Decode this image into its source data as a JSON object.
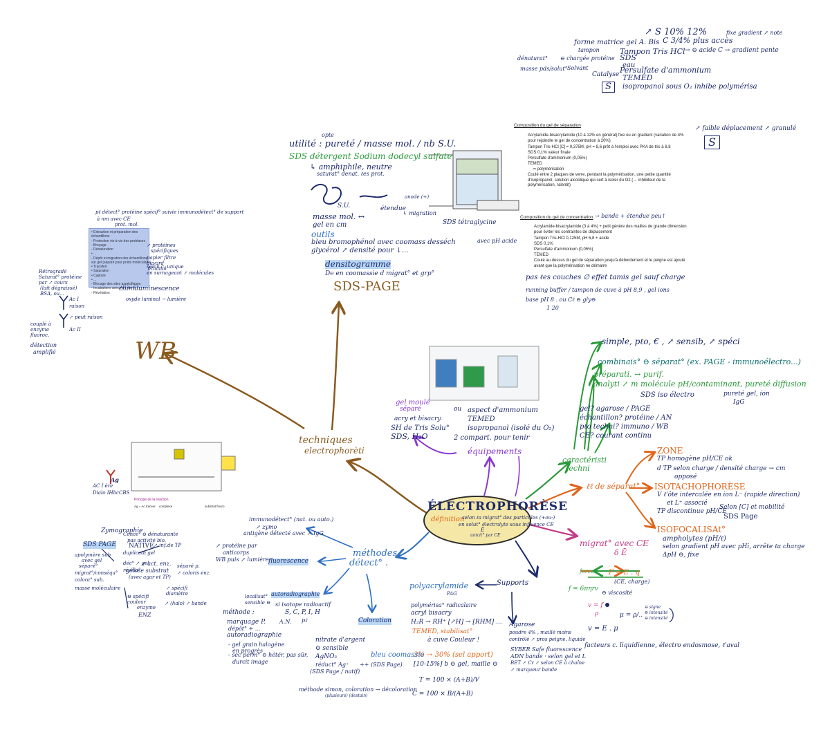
{
  "central": {
    "title": "ÉLECTROPHORÈSE",
    "definition_label": "définition",
    "definition_text_1": "selon ℓa migrat° des particules (+ou-)",
    "definition_text_2": "en solut° électrolyte  sous influence CE",
    "definition_text_3": "Ē",
    "definition_text_4": "unicit° par CE"
  },
  "branches": {
    "techniques": {
      "label_1": "techniques",
      "label_2": "electrophorèti"
    },
    "wb": {
      "label": "WB"
    },
    "sds_page": {
      "title": "SDS-PAGE",
      "densitogramme": "densitogramme",
      "densito_sub": "D℮ en coomassie d migrat° et grp°",
      "utilite": "utilité : pureté / masse mol. / nb S.U.",
      "utilite_above": "opte",
      "sds_def": "SDS détergent Sodium dodecyl sulfate",
      "amphiphile": "↳ amphiphile, neutre",
      "amphiphile_2": "saturat° denat. ℓes prot.",
      "su": "S.U.",
      "etendue": "étendue",
      "masse": "masse mol. ↔",
      "gel_cm": "gel en cm",
      "outils": "outils",
      "bleu": "bleu bromophénol avec coomass desséch",
      "glycerol": "glycérol ↗ densité pour ↓...",
      "migration": "↳ migration",
      "sds_note": "SDS tétraglycine",
      "ph_acide": "avec pH acide",
      "anode_note": "anode (+)"
    },
    "gel_sep": {
      "heading": "Composition du gel de séparation",
      "items": [
        "Acrylamide-bisacrylamide (10 à 12% en général) fixe ou en gradient (variation de 4% pour rejoindre le gel de concentration à 20%)",
        "Tampon Tris-HCl [C] = 0,375M, pH = 8,6 prêt à l'emploi avec PKA de tris à 8,8",
        "SDS 0,1% valeur finale",
        "Persulfate d'ammonium (0,05%)",
        "TEMED",
        "⇒ polymérisation",
        "Coulé entre 2 plaques de verre, pendant la polymérisation, une petite quantité d'isopropanol, solution alcoolique qui sert à isoler du O2 (→ inhibiteur de la polymérisation, ralentit)"
      ],
      "side_note": "↗ faible déplacement ↗ granulé",
      "s_box": "S"
    },
    "gel_conc": {
      "heading": "Composition du gel de concentration",
      "heading_note": "→ bande + étendue peu↑",
      "items": [
        "Acrylamide-bisacrylamide (3 à 4%) + petit génère des mailles de grande dimension pour éviter les contraintes de déplacement",
        "Tampon Tris-HCl 0,125M, pH 6,8 + acide",
        "SDS 0,1%",
        "Persulfate d'ammonium (0,05%)",
        "TEMED",
        "Coulé au dessus du gel de séparation jusqu'à débordement et le peigne est ajouté avant que la polymérisation ne démarre"
      ],
      "note_1": "pas ℓes couches ∅ effet tamis gel sauf charge",
      "note_2": "running buffer / tampon de cuve à pH 8,9 , gel ions",
      "note_3": "base pH 8 . ou Cℓ ⊖ gly⊖",
      "note_4": "1 20"
    },
    "top_right": {
      "l1": "↗ S  10% 12%",
      "l1b": "fixe gradient ↗ note",
      "l2": "forme matrice gel  A. Bis",
      "l2b": "C 3/4%  plus accès",
      "l3": "tampon",
      "l3b": "Tampon Tris HCl",
      "l3c": "→ ⊖ acide C → gradient pente",
      "l4": "dénaturat°",
      "l4b": "⊖ chargée protéine",
      "l4c": "SDS",
      "l5": "eau",
      "l5b": "Persulfate d'ammonium",
      "l6": "masse pds/solut°",
      "l6b": "Solvant",
      "l7": "Catalyse",
      "l7b": "TEMED",
      "l8": "isopropanol sous O₂ inhibe polymérisa",
      "s_box": "S"
    },
    "wb_left": {
      "top_1": "pℓ  détect° protéine spécif° suivie immunodétect° de support",
      "top_2": "à nm avec CE",
      "top_3": "prot. mol.",
      "panel_lines": [
        "• Extraction et préparation des",
        "échantillons",
        "- Protection vis-à-vis des protéases",
        "- Broyage",
        "- Dénaturation",
        "• ...",
        "- Dépôt et migration des échantillons",
        "sur gel (séparé pour poids moléculaire)",
        "• Transfert",
        "• Saturation",
        "• Capture",
        "• ...",
        "- Blocage des sites aspécifiques",
        "- Incubations avec Ac I, Ac II",
        "- Révélation"
      ],
      "side_1": "↗ protéines",
      "side_2": "spécifiques",
      "side_3": "papier filtre",
      "side_4": "buvard",
      "side_5": "éthanol",
      "side_6": "selon c. unique",
      "side_7": "en surnageant ↗ molécules",
      "left_1": "Rétrogradé",
      "left_2": "Saturat° protéine",
      "left_3": "par ↗ cours",
      "left_4": "(lait dégraissé)",
      "left_5": "BSA, ou...",
      "chemi": "chimiluminescence",
      "chemi_2": "oxyde luminol → lumière",
      "ac1": "Ac I",
      "ac_raison": "raison",
      "ac2": "Ac II",
      "ac_raison2": "↗ peut raison",
      "left_6": "couplé à",
      "left_7": "enzyme",
      "left_8": "fluoroc.",
      "detect_1": "détection",
      "detect_2": "amplifié"
    },
    "caracteristiques": {
      "label_1": "caractéristi",
      "label_2": "techni",
      "simple": "simple, pℓo, € , ↗ sensib, ↗ spéci",
      "combinaison": "combinais° ⊖ séparat° (ex. PAGE - immunoélectro...)",
      "preparative": "préparati. → purif.",
      "analytique": "analyti ↗ m molécule pH/contaminant, pureté diffusion",
      "analytique_2": "SDS  iso électro",
      "analytique_3": "pureté gel, ion",
      "analytique_4": "IgG",
      "gel_q": "gel? agarose / PAGE",
      "echantillon": "échantillon? protéine / AN",
      "plus_techni": "pℓo techni? immuno / WB",
      "ce_q": "CE? courant continu"
    },
    "separation": {
      "label": "ℓℓ de séparat°",
      "zone": "ZONE",
      "zone_1": "TP homogène pH/CE ok",
      "zone_2": "d TP selon charge / densité charge → cm",
      "zone_3": "opposé",
      "isotacho": "ISOTACHOPHORÈSE",
      "isotacho_1": "V ℓ'ôte  intercalée en ion L⁻ (rapide direction)",
      "isotacho_2": "et L⁺ associé",
      "isotacho_3": "TP discontinue pH/CE",
      "isotacho_4": "Selon [C] et mobilité",
      "isotacho_5": "SDS Page",
      "isofocal": "ISOFOCALISAt°",
      "isofocal_1": "ampholytes (pH/ℓ)",
      "isofocal_2": "selon gradient pH avec pHi, arrête ℓa charge",
      "isofocal_3": "ΔpH ⊖, fixe"
    },
    "migration": {
      "label": "migrat° avec CE",
      "ce": "δ Ē",
      "force": "force",
      "fe": "F = E . q",
      "ce_note": "(CE, charge)",
      "f_eq": "f = 6πηrv",
      "viscosity": "⊖ viscosité",
      "v1": "v = f",
      "v2": "ρ",
      "v_expr": "v = E . μ",
      "mu": "μ = ρ/..",
      "note_1": "⊖ signe",
      "note_2": "⊖ intensité",
      "note_3": "⊖ intensité",
      "facteurs": "facteurs c. liquidienne, électro endosmose, ℓ'aval"
    },
    "equipements": {
      "label": "équipements",
      "gel_moule": "gel moulé",
      "separe": "séparé",
      "acry": "acry et bisacry.",
      "tris": "SH de Tris Solu°",
      "sds": "SDS, H₂O",
      "ou": "ou",
      "ou_1": "aspect d'ammonium",
      "ou_2": "TEMED",
      "ou_3": "isopropanol (isolé du O₂)",
      "ou_4": "2 compart. pour tenir"
    },
    "supports": {
      "label": "Supports",
      "poly": "polyacrylamide",
      "poly_2": "PAG",
      "p1": "polymérisa° radicalaire",
      "p2": "acryl bisacry",
      "p3": "H₂R → RH⁺ [↗H] → [RHM] ...",
      "p4": "TEMED, stabilisat°",
      "p5": "à cuve Couleur !",
      "p6": "3% → 30% (sel apport)",
      "p7": "[10-15%] b ⊖ gel, maille ⊖",
      "p8": "T = 100 × (A+B)/V",
      "p9": "C = 100 × B/(A+B)",
      "agarose": "Agarose",
      "a1": "poudre 4% , maillé moins",
      "a2": "contrôlé ↗ pros peigne, liquide",
      "syber": "SYBER Safe  fluorescence",
      "syber_2": "ADN bande · selon gel et L",
      "syber_3": "BET ↗ Cℓ ↗ selon CE à chaîne",
      "syber_4": "↗ marqueur bande"
    },
    "methodes": {
      "label_1": "méthodes",
      "label_2": "détect° .",
      "immuno": "immunodétect° (nat. ou auto.)",
      "immuno_2": "↗ zymo",
      "immuno_3": "antigène détecté avec ↗ IgG",
      "fluo_1": "↗ protéine par",
      "fluo_2": "anticorps",
      "fluo_3": "WB puis ↗ lumière",
      "fluorescence": "fluorescence",
      "autoradio": "autoradiographie",
      "localisa": "localisat°",
      "localisa_2": "sensible ⊖",
      "isotope": "si isotope radioactif",
      "isotope_2": "S, C, P, I, H",
      "isotope_3": "A.N.",
      "isotope_4": "pℓ",
      "methode": "méthode :",
      "m1": "marquage P.",
      "m2": "dépôt° + ...",
      "m3": "autoradiographie",
      "m4": "- gel grain halogène",
      "m5": "en progrès",
      "m6": "- sec perm° ⊖ hétér, pas sûr,",
      "m7": "durcit image",
      "coloration": "Coloration",
      "nitrate": "nitrate d'argent",
      "sensible": "⊖ sensible",
      "agno": "AgNO₃",
      "reduc": "réduct° Ag⁺",
      "sds_page": "(SDS Page / natif)",
      "bleu": "bleu coomassie",
      "bleu_2": "++ (SDS Page)",
      "methode_simon": "méthode simon, coloration → décoloration",
      "methode_simon_2": "(plusieurs) (destain)"
    },
    "zymo": {
      "label": "Zymographie",
      "l1": "Conce° ⊖ dénaturante",
      "l2": "pas activité bio.",
      "native": "NATIVE",
      "l3": "duplicata gel",
      "l4": "↗ inf.",
      "l5": "de TP",
      "sds_page": "SDS PAGE",
      "l6": "apolymère sub",
      "l7": "avec gel",
      "l8": "séparé°",
      "l9": "migrat°/conséqu°",
      "l10": "colora° sub.",
      "l11": "masse moléculaire",
      "l12": "↗ act. enz.",
      "l13": "déc° ↗ gel",
      "l14": "révéla°",
      "l15": "gélose substrat",
      "l16": "(avec agar et TP)",
      "l17": "séparé p.",
      "l18": "↗ coloris enz.",
      "l19": "⊖ spécifi",
      "l20": "couleur",
      "l21": "enzyme",
      "l22": "ENZ",
      "l23": "↗ spécifi",
      "l24": "diamètre",
      "l25": "↗ (halo) ↗ bande"
    },
    "elisa": {
      "ag": "Ag",
      "ac1": "AC I ère",
      "dialo": "Dialo IHbcCBS",
      "principe": "Principe de la réaction",
      "labels": [
        "Ag = Ac traceur",
        "complexe",
        "substrat fluoro"
      ]
    }
  },
  "colors": {
    "navy": "#1c2a6b",
    "blue": "#2e6fc4",
    "brown": "#8a5a1e",
    "green": "#2a9a3a",
    "purple": "#8a3bd1",
    "orange": "#e0641a",
    "magenta": "#c23a8a",
    "central_fill": "#f5e7a6"
  }
}
